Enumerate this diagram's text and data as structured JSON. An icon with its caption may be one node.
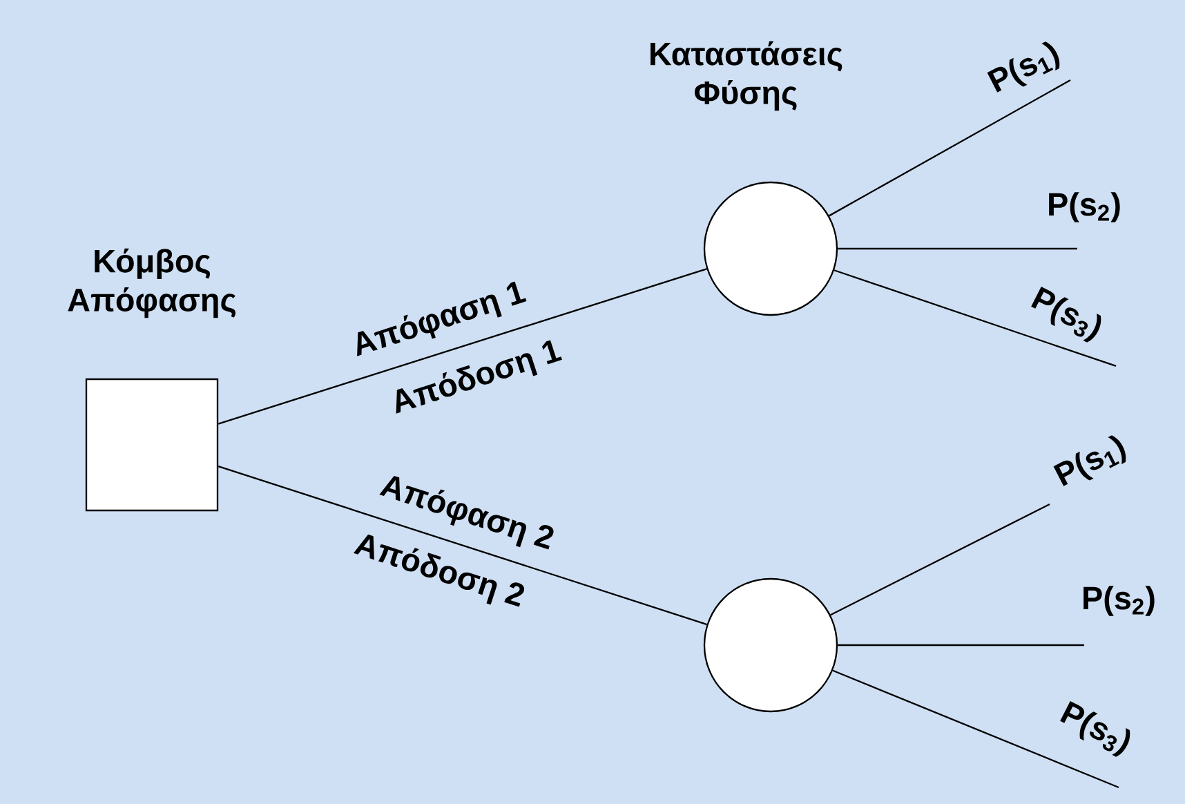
{
  "diagram": {
    "nodes": [
      {
        "text": [
          "Κόμβος Απόφασης"
        ]
      },
      {
        "text": [
          "Καταστάσεις Φύσης"
        ]
      },
      {
        "text": [],
        "shape": "circle"
      }
    ],
    "edges": [
      {
        "from": 0,
        "to": 1,
        "arrow": "none",
        "label": "Απόφαση 1"
      },
      {
        "from": 0,
        "to": 2,
        "arrow": "none",
        "label": "Απόφαση 2"
      },
      {
        "from": 1,
        "to": null,
        "arrow": "none",
        "label": "P(s$_{1}$)"
      },
      {
        "from": 1,
        "to": null,
        "arrow": "none",
        "label": "P(s$_{2}$)"
      },
      {
        "from": 1,
        "to": null,
        "arrow": "none",
        "label": "P(s$_{3}$)"
      },
      {
        "from": 2,
        "to": null,
        "arrow": "none",
        "label": "P(s$_{1}$)"
      },
      {
        "from": 2,
        "to": null,
        "arrow": "none",
        "label": "P(s$_{2}$)"
      },
      {
        "from": 2,
        "to": null,
        "arrow": "none",
        "label": "P(s$_{3}$)"
      }
    ],
    "labels": [
      "Απόδοση 1",
      "Απόδοση 2"
    ]
  }
}
